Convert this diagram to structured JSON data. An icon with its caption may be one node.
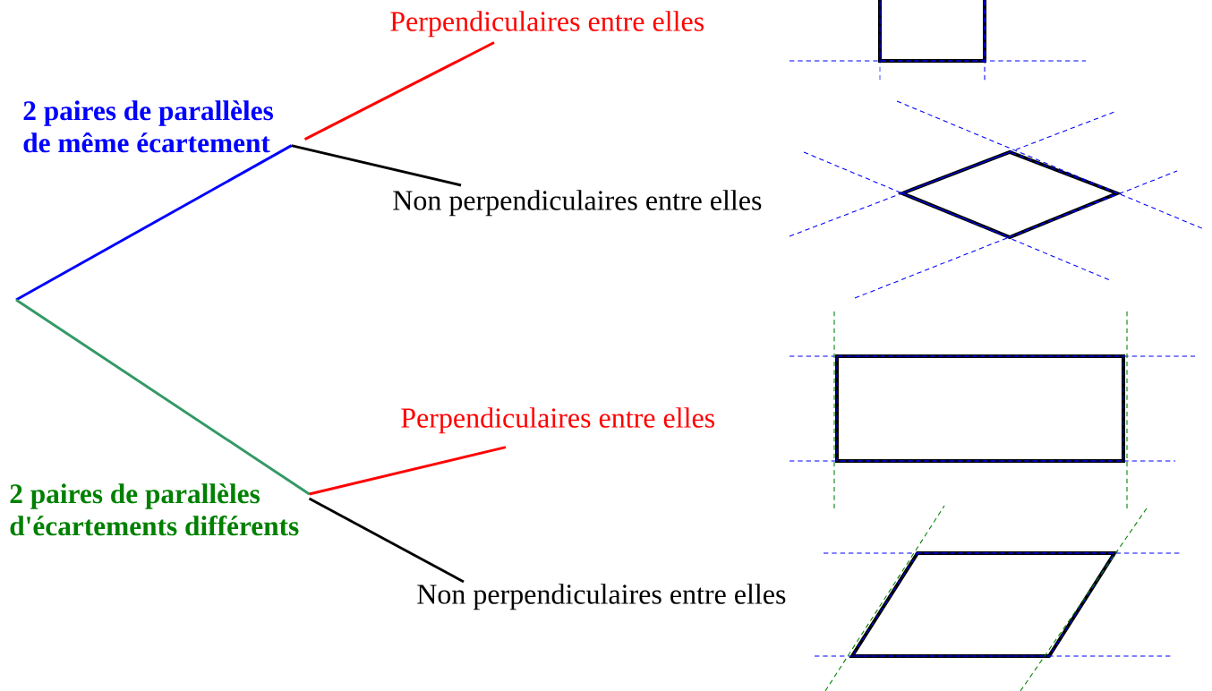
{
  "diagram": {
    "nodes": [
      {
        "text": [
          "2 paires de parallèles de même écartement"
        ]
      },
      {
        "text": [
          "Perpendiculaires entre elles"
        ]
      },
      {
        "text": [
          "Non perpendiculaires entre elles"
        ]
      },
      {
        "text": [
          "2 paires de parallèles d'écartements différents"
        ]
      },
      {
        "text": [
          "Perpendiculaires entre elles"
        ]
      },
      {
        "text": [
          "Non perpendiculaires entre elles"
        ]
      }
    ],
    "edges": [
      {
        "from": null,
        "to": 0,
        "arrow": "none",
        "color": "#0000ff"
      },
      {
        "from": 0,
        "to": 1,
        "arrow": "none",
        "color": "#ff0000"
      },
      {
        "from": 0,
        "to": 2,
        "arrow": "none",
        "color": "#000000"
      },
      {
        "from": null,
        "to": 3,
        "arrow": "none",
        "color": "#339966"
      },
      {
        "from": 3,
        "to": 4,
        "arrow": "none",
        "color": "#ff0000"
      },
      {
        "from": 3,
        "to": 5,
        "arrow": "none",
        "color": "#000000"
      }
    ]
  }
}
